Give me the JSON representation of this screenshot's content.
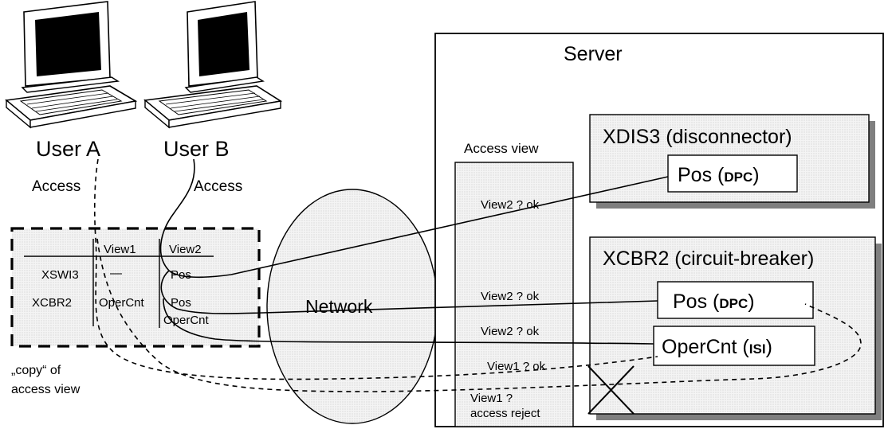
{
  "users": {
    "user_a": "User A",
    "user_b": "User B",
    "access_a": "Access",
    "access_b": "Access"
  },
  "local_copy": {
    "col_view1": "View1",
    "col_view2": "View2",
    "row1_name": "XSWI3",
    "row1_view1": "—",
    "row1_view2": "Pos",
    "row2_name": "XCBR2",
    "row2_view1": "OperCnt",
    "row2_view2_line1": "Pos",
    "row2_view2_line2": "OperCnt",
    "caption_line1": "„copy“ of",
    "caption_line2": "access view"
  },
  "network": {
    "label": "Network"
  },
  "server": {
    "title": "Server",
    "access_view": {
      "title": "Access view",
      "entries": [
        "View2 ? ok",
        "View2 ? ok",
        "View2 ? ok",
        "View1 ? ok"
      ],
      "reject_line1": "View1 ?",
      "reject_line2": "access reject"
    },
    "xdis3": {
      "title": "XDIS3 (disconnector)",
      "pos_name": "Pos (",
      "pos_type": "DPC",
      "pos_close": ")"
    },
    "xcbr2": {
      "title": "XCBR2 (circuit-breaker)",
      "pos_name": "Pos (",
      "pos_type": "DPC",
      "pos_close": ")",
      "opercnt_name": "OperCnt (",
      "opercnt_type": "ISI",
      "opercnt_close": ")"
    }
  },
  "colors": {
    "shadow": "#7f7f7f",
    "box_fill": "#ececec",
    "stroke": "#000000"
  }
}
